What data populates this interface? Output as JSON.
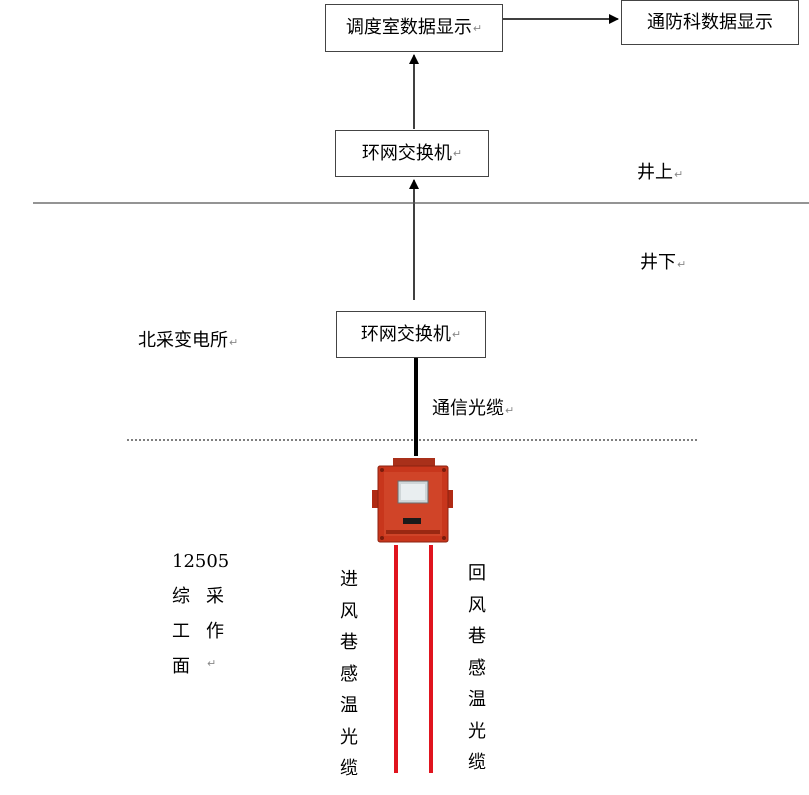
{
  "boxes": {
    "dispatch": "调度室数据显示",
    "ventilation": "通防科数据显示",
    "switch_upper": "环网交换机",
    "switch_lower": "环网交换机"
  },
  "labels": {
    "surface": "井上",
    "underground": "井下",
    "substation": "北采变电所",
    "comm_cable": "通信光缆"
  },
  "workface": {
    "number": "12505",
    "chars": [
      "综",
      "采",
      "工",
      "作",
      "面"
    ]
  },
  "cables": {
    "intake": [
      "进",
      "风",
      "巷",
      "感",
      "温",
      "光",
      "缆"
    ],
    "return": [
      "回",
      "风",
      "巷",
      "感",
      "温",
      "光",
      "缆"
    ]
  },
  "paragraph_mark": "↵",
  "colors": {
    "fiber": "#e0141e",
    "device_body": "#c8361c",
    "line": "#000000"
  }
}
